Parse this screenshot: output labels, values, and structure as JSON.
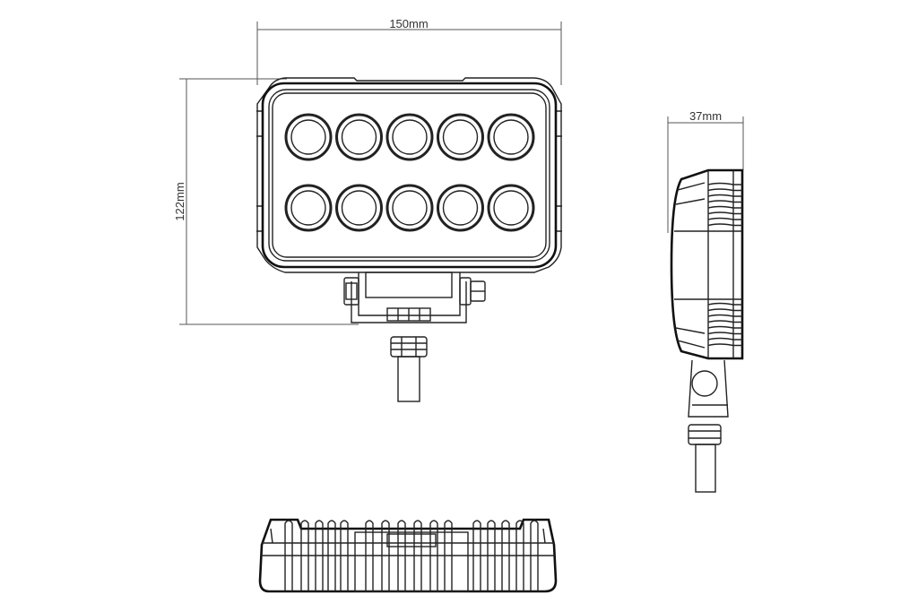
{
  "dimensions": {
    "width": "150mm",
    "height": "122mm",
    "depth": "37mm"
  },
  "lens_grid": {
    "rows": 2,
    "columns": 5
  },
  "colors": {
    "line": "#222222",
    "background": "#ffffff"
  }
}
